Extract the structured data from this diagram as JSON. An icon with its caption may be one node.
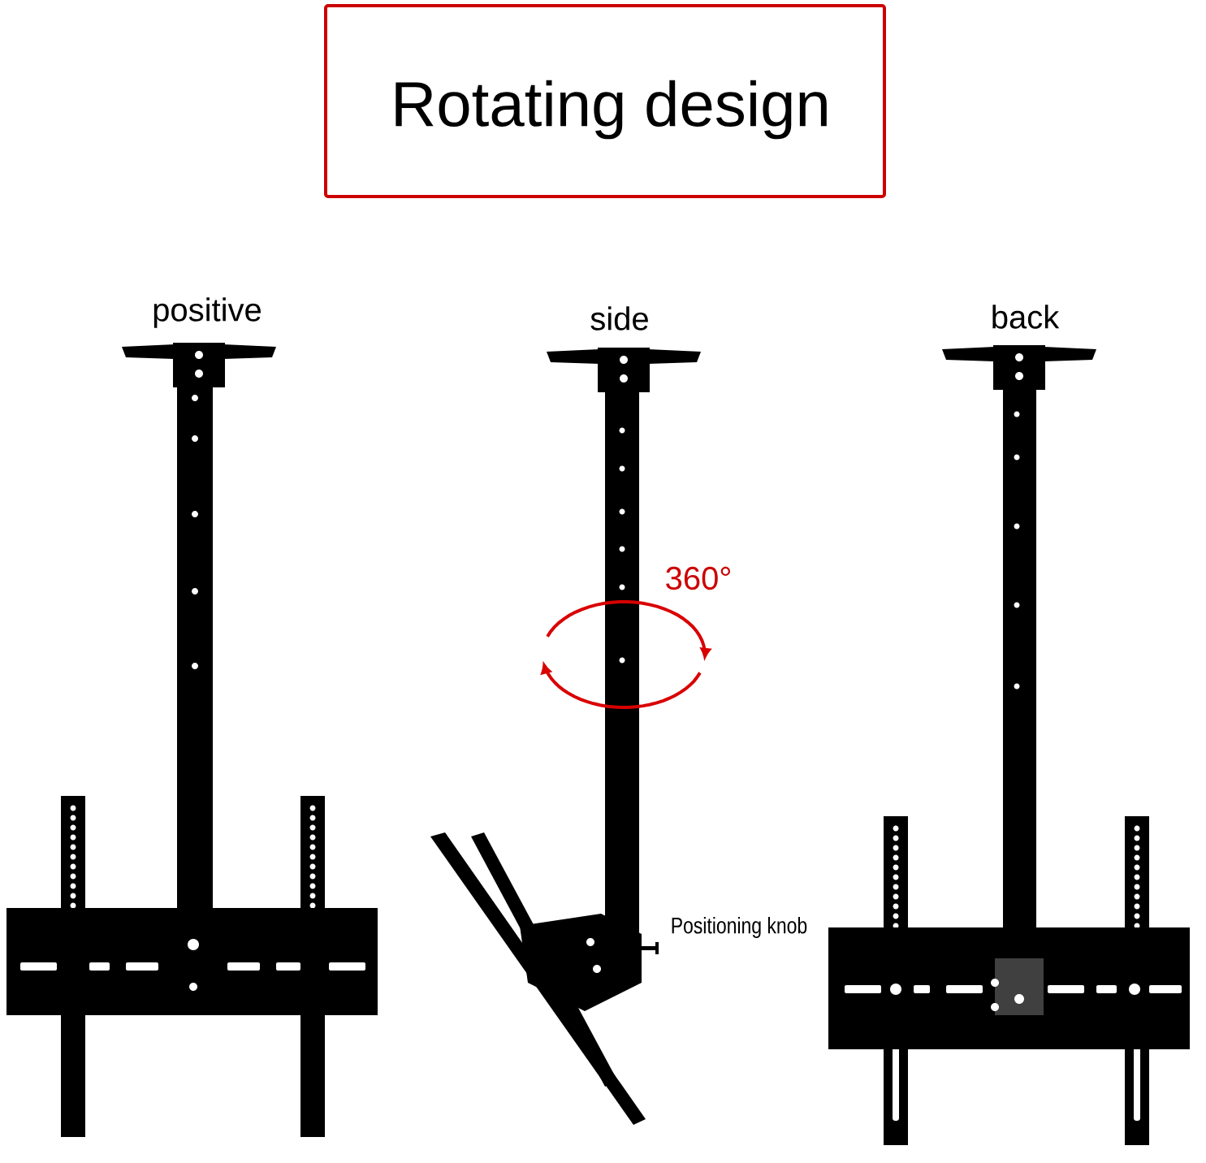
{
  "diagram": {
    "title": "Rotating design",
    "labels": [
      "positive",
      "side",
      "back",
      "360°",
      "Positioning knob"
    ]
  }
}
